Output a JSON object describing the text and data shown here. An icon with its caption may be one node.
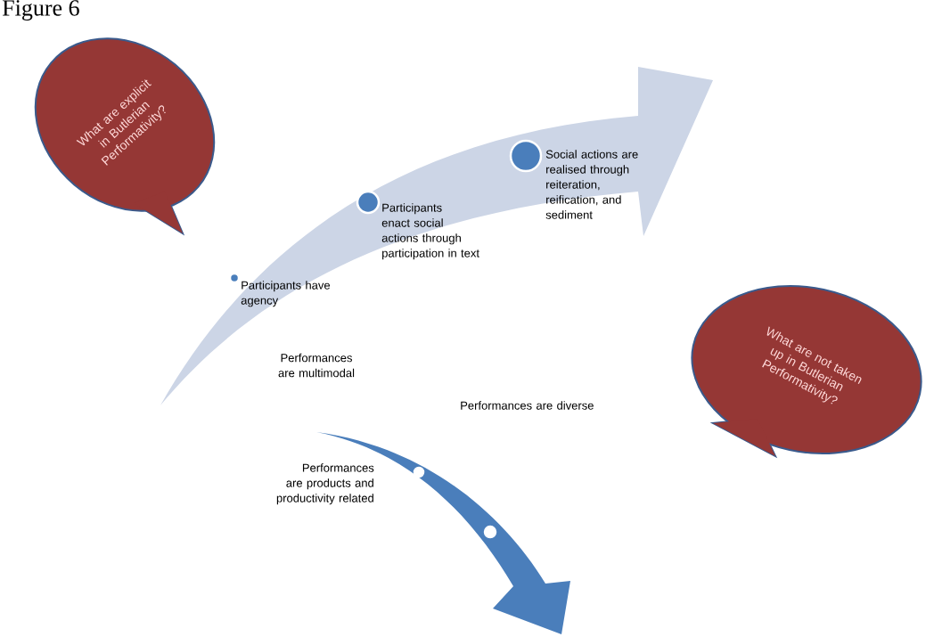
{
  "diagram": {
    "title": "Figure 6",
    "nodes": [
      {
        "text": [
          "What are explicit in Butlerian Performativity?"
        ]
      },
      {
        "text": [
          "What are not taken up in Butlerian Performativity?"
        ]
      },
      {
        "text": [
          "Participants have agency"
        ]
      },
      {
        "text": [
          "Participants enact social actions through participation in text"
        ]
      },
      {
        "text": [
          "Social actions are realised through reiteration, reification, and sediment"
        ]
      },
      {
        "text": [
          "Performances are multimodal"
        ]
      },
      {
        "text": [
          "Performances are diverse"
        ]
      },
      {
        "text": [
          "Performances are products and productivity related"
        ]
      }
    ]
  }
}
